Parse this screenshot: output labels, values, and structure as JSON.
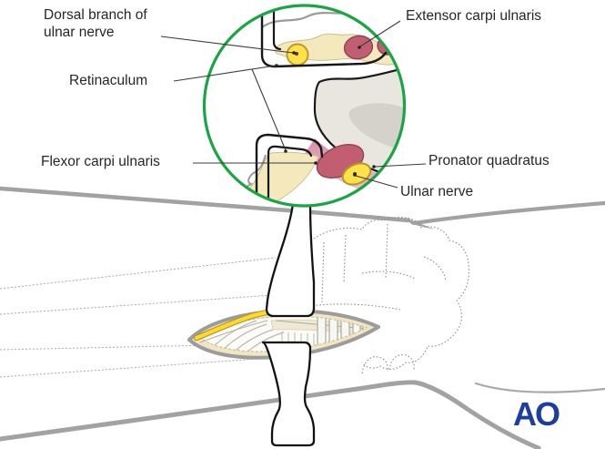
{
  "labels": {
    "dorsal_branch": "Dorsal branch of ulnar nerve",
    "retinaculum": "Retinaculum",
    "flexor_carpi_ulnaris": "Flexor carpi ulnaris",
    "extensor_carpi_ulnaris": "Extensor carpi ulnaris",
    "pronator_quadratus": "Pronator quadratus",
    "ulnar_nerve": "Ulnar nerve"
  },
  "logo": {
    "text": "AO",
    "color": "#1c3f9f"
  },
  "colors": {
    "accent_green": "#1aa545",
    "nerve_yellow": "#ffd92b",
    "muscle_red": "#c25e72",
    "pronator_pink": "#dc93a8",
    "tissue_cream": "#f3e9bd",
    "bone_gray": "#e9e6e0",
    "skin_outline_gray": "#a2a2a2",
    "label_text": "#262626"
  }
}
